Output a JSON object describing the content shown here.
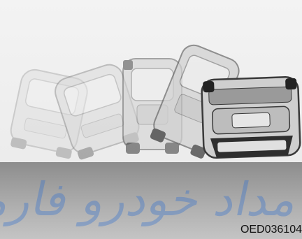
{
  "figure": {
    "caption_code": "OED036104",
    "watermark_text": "مداد خودرو فارما",
    "illustration": "vehicle-rollover-sequence-illustration"
  },
  "colors": {
    "ground": "#9e9e9e",
    "background": "#f0f0f0",
    "watermark": "#2f6fd0"
  }
}
